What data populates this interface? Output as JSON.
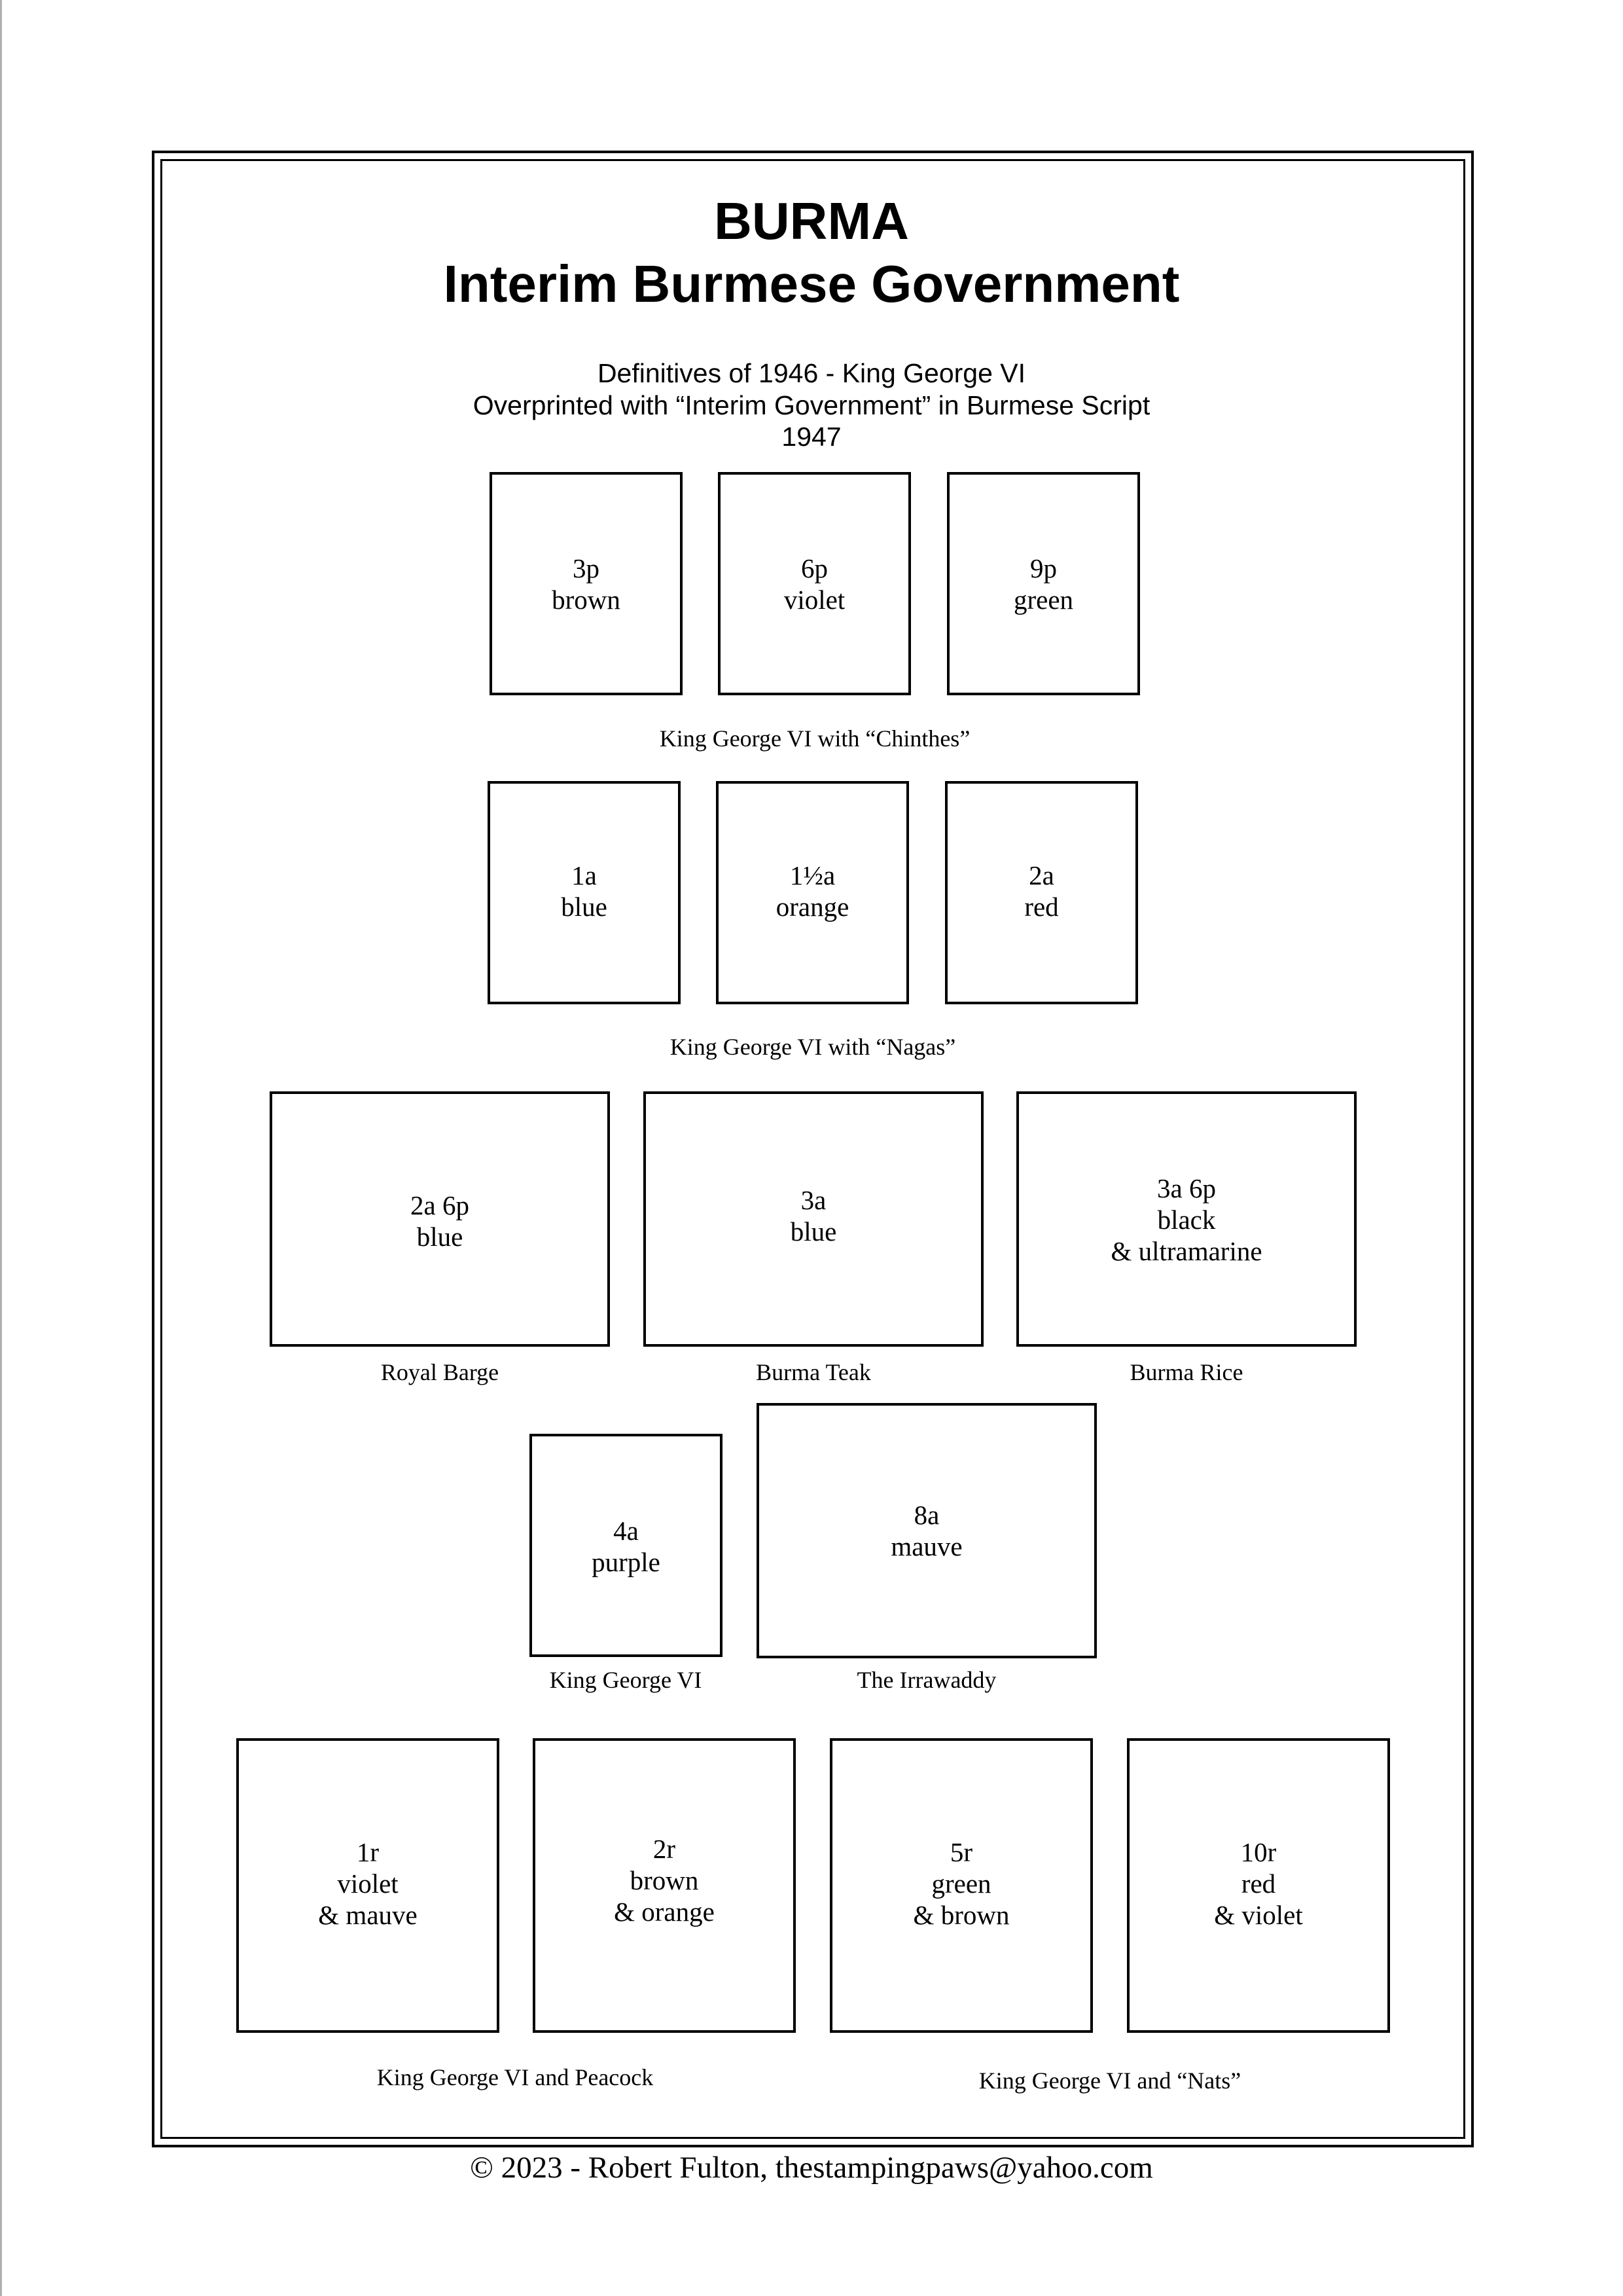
{
  "header": {
    "title_line1": "BURMA",
    "title_line2": "Interim Burmese Government",
    "subtitle_line1": "Definitives of 1946 - King George VI",
    "subtitle_line2": "Overprinted with “Interim Government” in Burmese Script",
    "subtitle_line3": "1947"
  },
  "rows": [
    {
      "stamps": [
        {
          "lines": [
            "3p",
            "brown"
          ]
        },
        {
          "lines": [
            "6p",
            "violet"
          ]
        },
        {
          "lines": [
            "9p",
            "green"
          ]
        }
      ],
      "captions": [
        "King George VI with “Chinthes”"
      ]
    },
    {
      "stamps": [
        {
          "lines": [
            "1a",
            "blue"
          ]
        },
        {
          "lines": [
            "1½a",
            "orange"
          ]
        },
        {
          "lines": [
            "2a",
            "red"
          ]
        }
      ],
      "captions": [
        "King George VI with “Nagas”"
      ]
    },
    {
      "stamps": [
        {
          "lines": [
            "2a 6p",
            "blue"
          ]
        },
        {
          "lines": [
            "3a",
            "blue"
          ]
        },
        {
          "lines": [
            "3a 6p",
            "black",
            "& ultramarine"
          ]
        }
      ],
      "captions": [
        "Royal Barge",
        "Burma Teak",
        "Burma Rice"
      ]
    },
    {
      "stamps": [
        {
          "lines": [
            "4a",
            "purple"
          ]
        },
        {
          "lines": [
            "8a",
            "mauve"
          ]
        }
      ],
      "captions": [
        "King George VI",
        "The Irrawaddy"
      ]
    },
    {
      "stamps": [
        {
          "lines": [
            "1r",
            "violet",
            "& mauve"
          ]
        },
        {
          "lines": [
            "2r",
            "brown",
            "& orange"
          ]
        },
        {
          "lines": [
            "5r",
            "green",
            "& brown"
          ]
        },
        {
          "lines": [
            "10r",
            "red",
            "& violet"
          ]
        }
      ],
      "captions": [
        "King George VI and Peacock",
        "King George VI and “Nats”"
      ]
    }
  ],
  "footer": {
    "copyright": "© 2023 -  Robert Fulton, thestampingpaws@yahoo.com"
  }
}
